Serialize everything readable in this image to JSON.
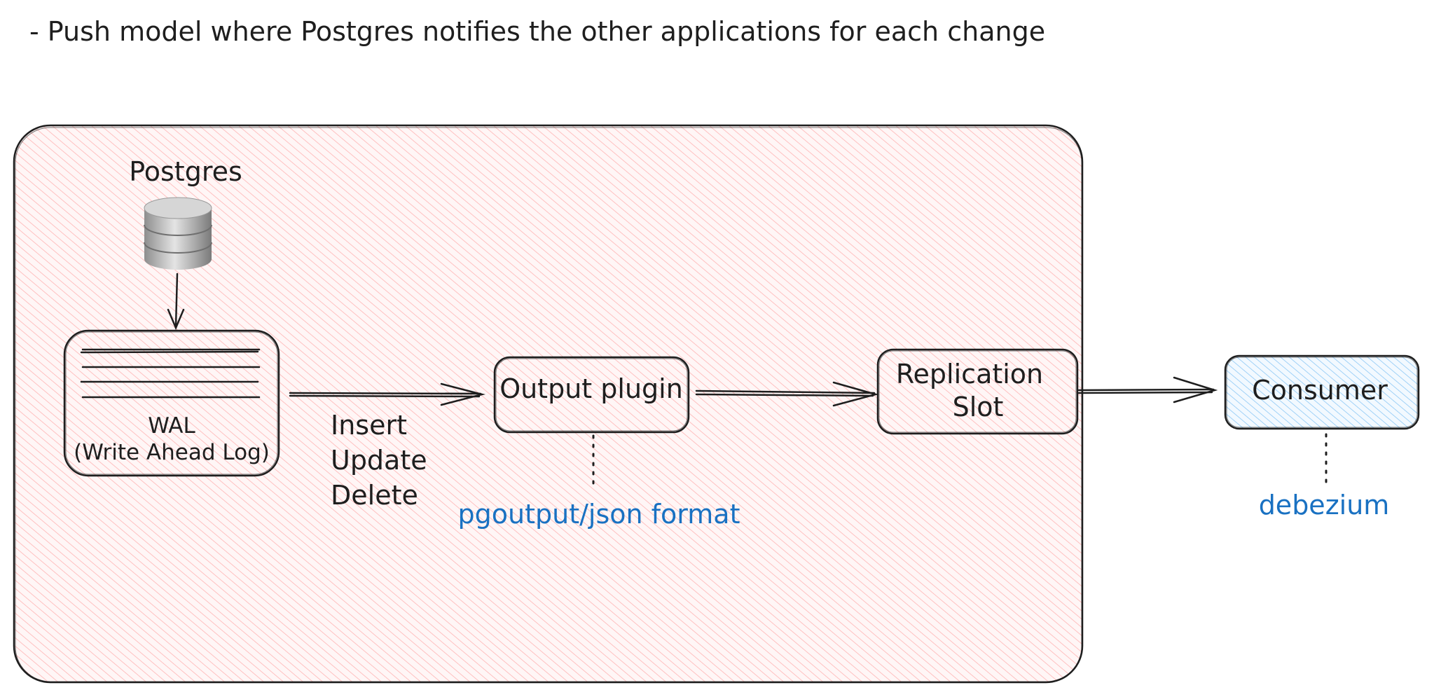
{
  "heading": "- Push model where Postgres notifies the other applications for each change",
  "postgres_label": "Postgres",
  "wal": {
    "line1": "WAL",
    "line2": "(Write Ahead Log)"
  },
  "operations": [
    "Insert",
    "Update",
    "Delete"
  ],
  "output_plugin": "Output plugin",
  "output_format": "pgoutput/json format",
  "replication_slot": {
    "line1": "Replication",
    "line2": "Slot"
  },
  "consumer": "Consumer",
  "consumer_impl": "debezium",
  "colors": {
    "stroke": "#1e1e1e",
    "postgres_region": "#ffc9c9",
    "consumer_fill": "#a5d8ff",
    "annotation_text": "#1971c2"
  },
  "icons": {
    "database": "database-icon"
  }
}
